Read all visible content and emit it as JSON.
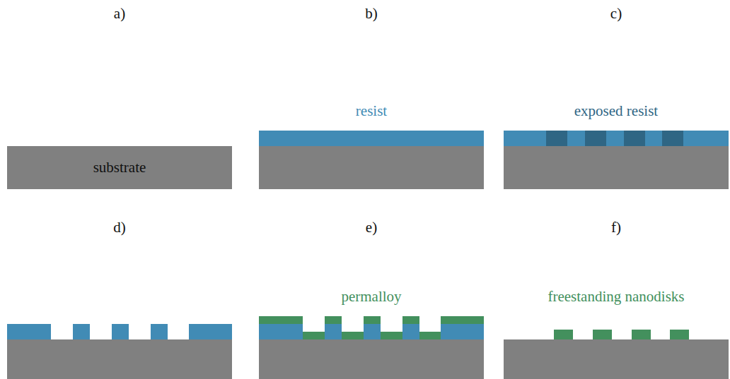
{
  "diagram": {
    "nodes": [
      {
        "text": [
          "substrate"
        ]
      }
    ],
    "labels": [
      "a)",
      "b)",
      "c)",
      "resist",
      "exposed resist",
      "d)",
      "e)",
      "f)",
      "permalloy",
      "freestanding nanodisks"
    ]
  }
}
